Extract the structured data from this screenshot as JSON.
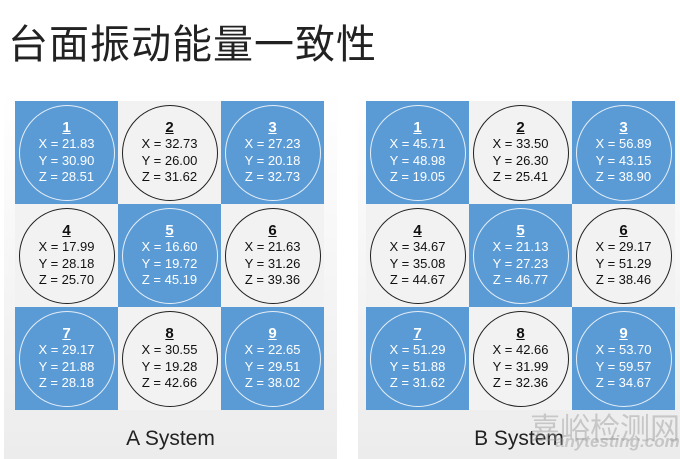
{
  "title": "台面振动能量一致性",
  "colors": {
    "blue": "#5b9bd5",
    "light": "#f2f2f2"
  },
  "systems": [
    {
      "label": "A System",
      "cells": [
        {
          "n": "1",
          "x": "X = 21.83",
          "y": "Y = 30.90",
          "z": "Z = 28.51"
        },
        {
          "n": "2",
          "x": "X = 32.73",
          "y": "Y = 26.00",
          "z": "Z = 31.62"
        },
        {
          "n": "3",
          "x": "X = 27.23",
          "y": "Y = 20.18",
          "z": "Z = 32.73"
        },
        {
          "n": "4",
          "x": "X = 17.99",
          "y": "Y = 28.18",
          "z": "Z = 25.70"
        },
        {
          "n": "5",
          "x": "X = 16.60",
          "y": "Y = 19.72",
          "z": "Z = 45.19"
        },
        {
          "n": "6",
          "x": "X = 21.63",
          "y": "Y = 31.26",
          "z": "Z = 39.36"
        },
        {
          "n": "7",
          "x": "X = 29.17",
          "y": "Y = 21.88",
          "z": "Z = 28.18"
        },
        {
          "n": "8",
          "x": "X = 30.55",
          "y": "Y = 19.28",
          "z": "Z = 42.66"
        },
        {
          "n": "9",
          "x": "X = 22.65",
          "y": "Y = 29.51",
          "z": "Z = 38.02"
        }
      ]
    },
    {
      "label": "B System",
      "cells": [
        {
          "n": "1",
          "x": "X = 45.71",
          "y": "Y = 48.98",
          "z": "Z = 19.05"
        },
        {
          "n": "2",
          "x": "X = 33.50",
          "y": "Y = 26.30",
          "z": "Z = 25.41"
        },
        {
          "n": "3",
          "x": "X = 56.89",
          "y": "Y = 43.15",
          "z": "Z = 38.90"
        },
        {
          "n": "4",
          "x": "X = 34.67",
          "y": "Y = 35.08",
          "z": "Z = 44.67"
        },
        {
          "n": "5",
          "x": "X = 21.13",
          "y": "Y = 27.23",
          "z": "Z = 46.77"
        },
        {
          "n": "6",
          "x": "X = 29.17",
          "y": "Y = 51.29",
          "z": "Z = 38.46"
        },
        {
          "n": "7",
          "x": "X = 51.29",
          "y": "Y = 51.88",
          "z": "Z = 31.62"
        },
        {
          "n": "8",
          "x": "X = 42.66",
          "y": "Y = 31.99",
          "z": "Z = 32.36"
        },
        {
          "n": "9",
          "x": "X = 53.70",
          "y": "Y = 59.57",
          "z": "Z = 34.67"
        }
      ]
    }
  ],
  "watermark": {
    "cn": "嘉峪检测网",
    "en": "anytesting.com"
  }
}
